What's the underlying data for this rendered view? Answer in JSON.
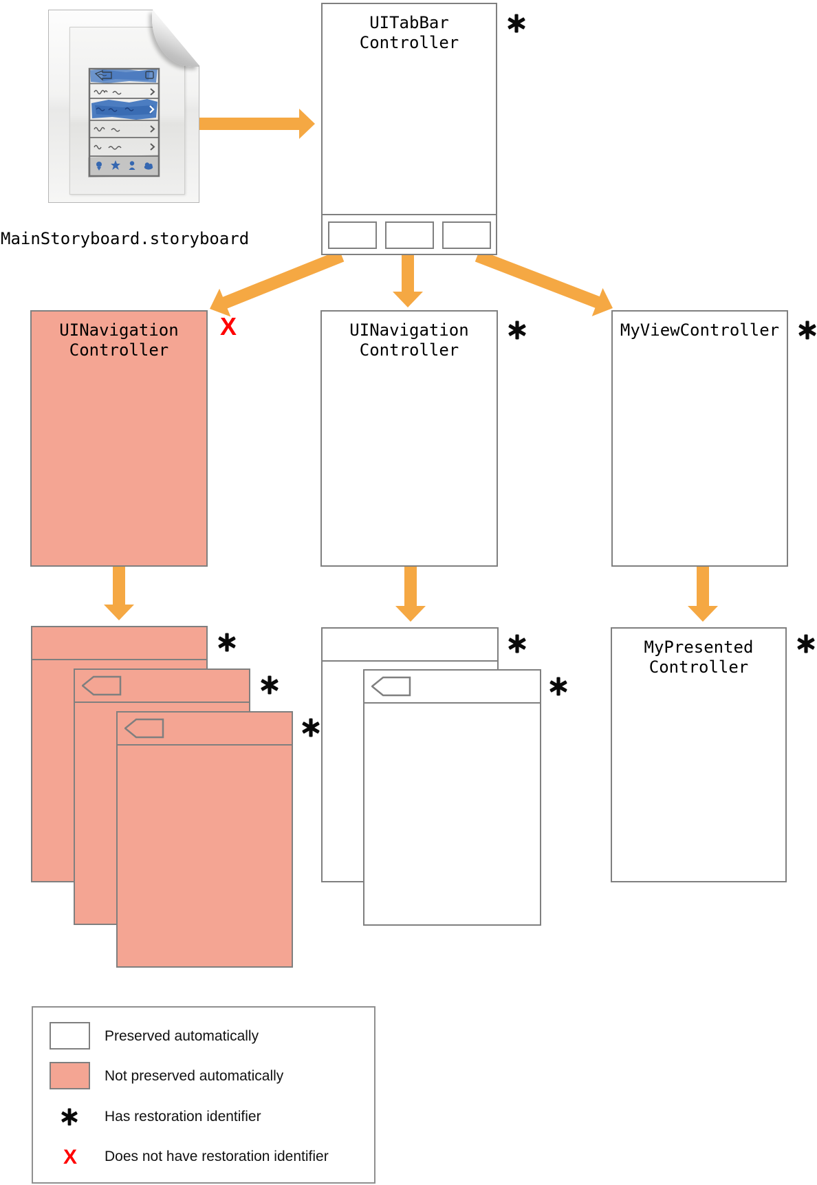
{
  "storyboard": {
    "filename": "MainStoryboard.storyboard"
  },
  "boxes": {
    "tabbar": {
      "line1": "UITabBar",
      "line2": "Controller"
    },
    "nav_left": {
      "line1": "UINavigation",
      "line2": "Controller"
    },
    "nav_mid": {
      "line1": "UINavigation",
      "line2": "Controller"
    },
    "myvc": {
      "line1": "MyViewController"
    },
    "mypresented": {
      "line1": "MyPresented",
      "line2": "Controller"
    }
  },
  "markers": {
    "has_restoration": "*",
    "no_restoration": "X"
  },
  "legend": {
    "items": [
      {
        "swatch": "preserved-box",
        "label": "Preserved automatically"
      },
      {
        "swatch": "not-preserved-box",
        "label": "Not preserved automatically"
      },
      {
        "swatch": "asterisk",
        "label": "Has restoration identifier"
      },
      {
        "swatch": "red-x",
        "label": "Does not have restoration identifier"
      }
    ]
  },
  "colors": {
    "preserved_fill": "#FFFFFF",
    "not_preserved_fill": "#F4A593",
    "arrow_orange": "#F5A843",
    "marker_red": "#FF0000",
    "box_border": "#7F7F7F"
  }
}
